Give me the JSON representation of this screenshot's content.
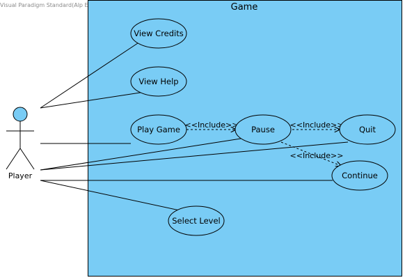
{
  "watermark": "Visual Paradigm Standard(Alp Ege Baştürk(Bilkent Univ.))",
  "colors": {
    "boundary_fill": "#79CCF5",
    "usecase_fill": "#79CCF5",
    "actor_head_fill": "#79CCF5",
    "line": "#000000",
    "background": "#FFFFFF"
  },
  "system": {
    "title": "Game"
  },
  "actor": {
    "name": "Player"
  },
  "use_cases": {
    "view_credits": "View Credits",
    "view_help": "View Help",
    "play_game": "Play Game",
    "pause": "Pause",
    "quit": "Quit",
    "continue": "Continue",
    "select_level": "Select Level"
  },
  "relationships": {
    "include_label": "<<Include>>"
  }
}
